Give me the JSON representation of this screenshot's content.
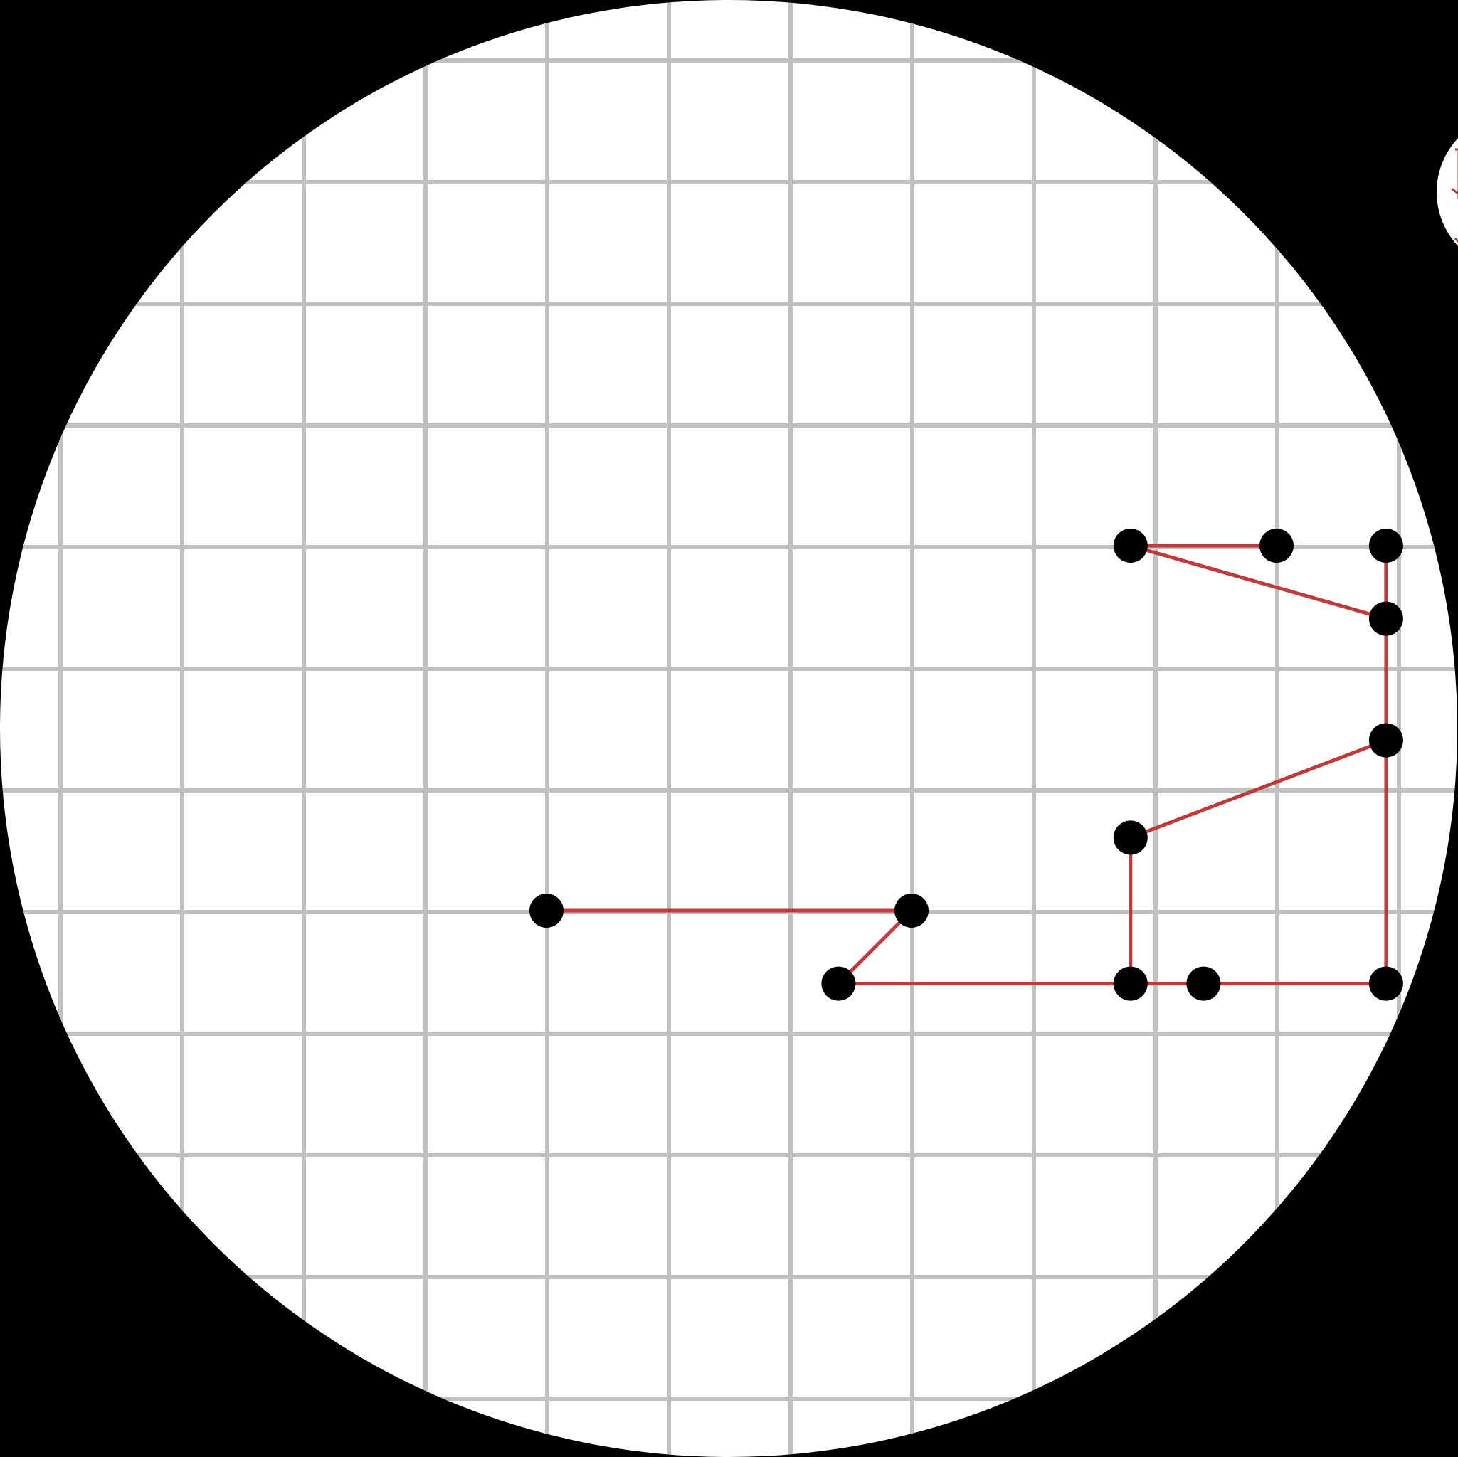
{
  "colors": {
    "background": "#000000",
    "viewport": "#ffffff",
    "grid": "#c0c0c0",
    "edge": "#c0393b",
    "node": "#000000"
  },
  "diagram": {
    "type": "grid-graph",
    "grid_unit": 1,
    "nodes": [
      {
        "id": "A",
        "x": 0,
        "y": 0
      },
      {
        "id": "B",
        "x": 3,
        "y": 0
      },
      {
        "id": "C",
        "x": 2.4,
        "y": 0.6
      },
      {
        "id": "D",
        "x": 4.8,
        "y": 0.6
      },
      {
        "id": "E",
        "x": 5.4,
        "y": 0.6
      },
      {
        "id": "F",
        "x": 4.8,
        "y": -0.6
      },
      {
        "id": "G",
        "x": 6.9,
        "y": 0.6
      },
      {
        "id": "H",
        "x": 6.9,
        "y": -1.4
      },
      {
        "id": "I",
        "x": 4.8,
        "y": -3.0
      },
      {
        "id": "J",
        "x": 6.0,
        "y": -3.0
      },
      {
        "id": "K",
        "x": 6.9,
        "y": -3.0
      },
      {
        "id": "L",
        "x": 6.9,
        "y": -2.4
      }
    ],
    "edges": [
      [
        "A",
        "B"
      ],
      [
        "B",
        "C"
      ],
      [
        "C",
        "D"
      ],
      [
        "D",
        "E"
      ],
      [
        "E",
        "G"
      ],
      [
        "G",
        "H"
      ],
      [
        "H",
        "F"
      ],
      [
        "F",
        "D"
      ],
      [
        "I",
        "J"
      ],
      [
        "I",
        "L"
      ],
      [
        "L",
        "K"
      ],
      [
        "K",
        "H"
      ]
    ]
  },
  "mini_viewport": {
    "icon": "minimap-thumbnail-icon"
  }
}
